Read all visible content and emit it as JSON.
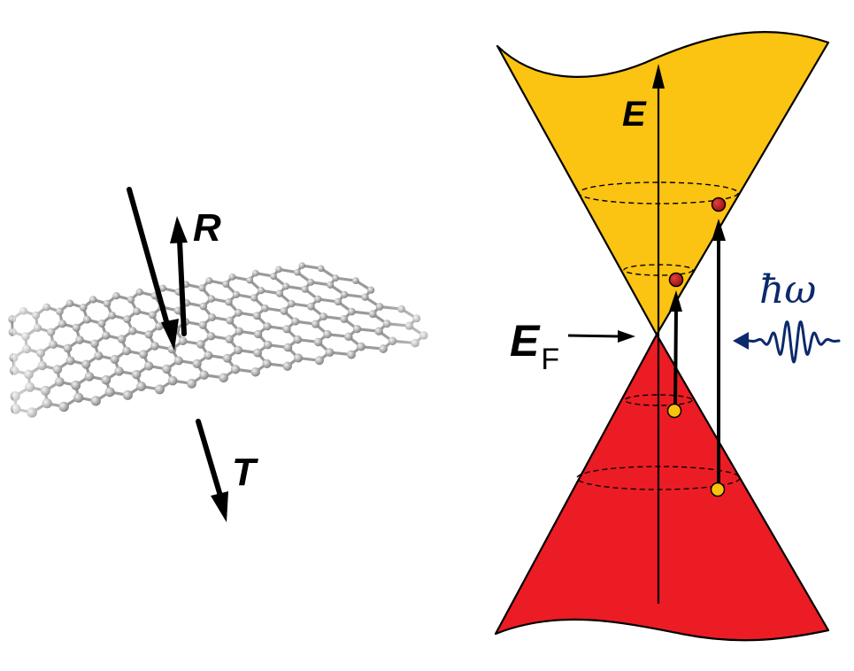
{
  "labels": {
    "reflection": "R",
    "transmission": "T",
    "energy_axis": "E",
    "fermi_main": "E",
    "fermi_sub": "F",
    "photon_hbar": "ħ",
    "photon_omega": "ω"
  },
  "colors": {
    "upper_cone": "#fbc312",
    "lower_cone": "#ec1c24",
    "excited_electron": "#c41212",
    "hole": "#f9c20e",
    "photon_wave": "#0b2a6b",
    "lattice": "#9a9a9a",
    "ink": "#000000"
  },
  "icons": {
    "graphene_sheet": "hexagonal-lattice-icon",
    "photon": "wave-packet-icon"
  }
}
